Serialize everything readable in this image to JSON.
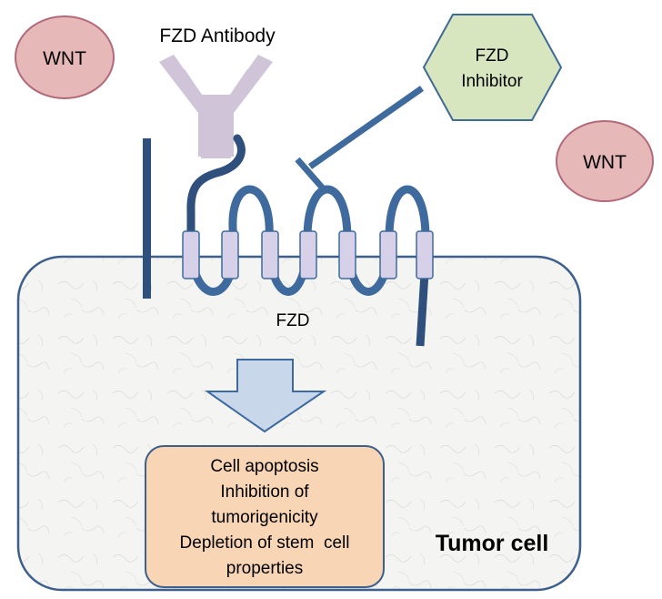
{
  "labels": {
    "wnt_left": "WNT",
    "wnt_right": "WNT",
    "fzd_antibody": "FZD Antibody",
    "fzd_inhibitor_line1": "FZD",
    "fzd_inhibitor_line2": "Inhibitor",
    "fzd_receptor": "FZD",
    "tumor_cell": "Tumor cell"
  },
  "effects": [
    "Cell apoptosis",
    "Inhibition of",
    "tumorigenicity",
    "Depletion of stem  cell",
    "properties"
  ],
  "colors": {
    "wnt_fill": "#e6b8b8",
    "wnt_stroke": "#b26a7a",
    "inhibitor_fill": "#d8e6c0",
    "inhibitor_stroke": "#3d6a96",
    "antibody_fill": "#cfc4d8",
    "receptor_dark": "#2f4f7c",
    "receptor_mid": "#3e6a9e",
    "helix_fill": "#d6d0e8",
    "arrow_fill": "#c9d7eb",
    "arrow_stroke": "#3e6a9e",
    "effects_fill": "#f8d5b5",
    "effects_stroke": "#3d5f8c",
    "cell_fill": "#f4f4f2",
    "cell_stroke": "#3d5f8c"
  }
}
